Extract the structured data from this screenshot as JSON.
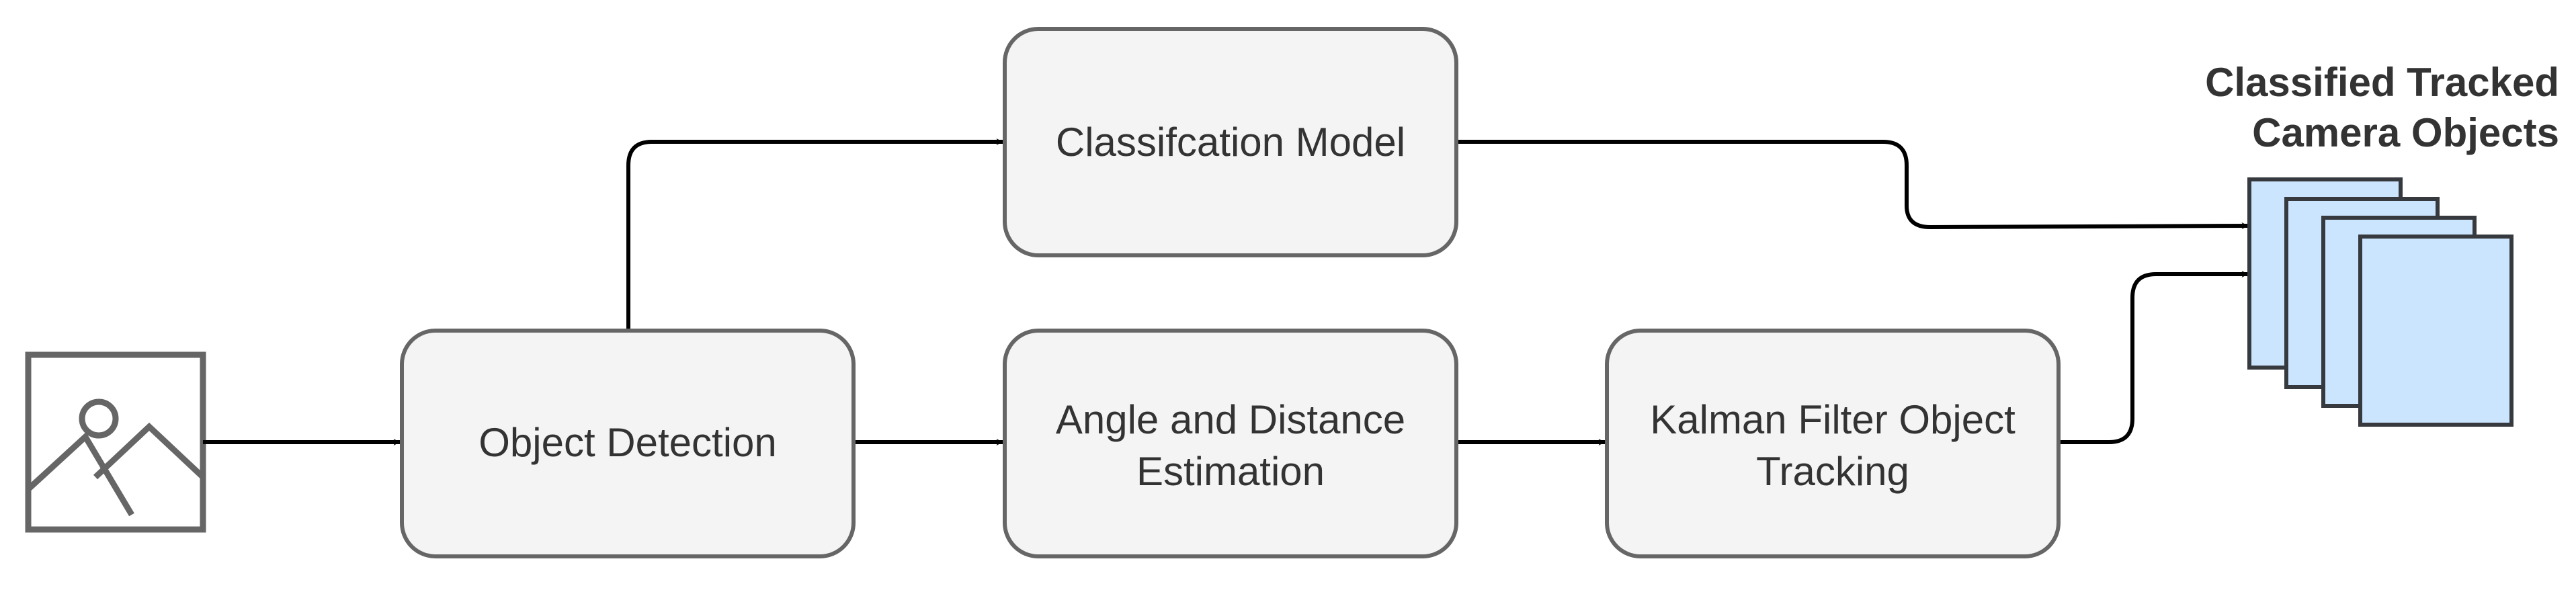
{
  "nodes": {
    "input_image": {
      "icon": "image-icon"
    },
    "object_detection": {
      "label": "Object Detection"
    },
    "classification_model": {
      "label": "Classifcation Model"
    },
    "angle_distance": {
      "line1": "Angle and Distance",
      "line2": "Estimation"
    },
    "kalman_tracking": {
      "line1": "Kalman Filter Object",
      "line2": "Tracking"
    },
    "output": {
      "title_line1": "Classified Tracked",
      "title_line2": "Camera Objects",
      "icon": "document-stack-icon"
    }
  },
  "edges": [
    {
      "from": "input_image",
      "to": "object_detection"
    },
    {
      "from": "object_detection",
      "to": "classification_model"
    },
    {
      "from": "object_detection",
      "to": "angle_distance"
    },
    {
      "from": "angle_distance",
      "to": "kalman_tracking"
    },
    {
      "from": "classification_model",
      "to": "output"
    },
    {
      "from": "kalman_tracking",
      "to": "output"
    }
  ],
  "colors": {
    "box_fill": "#f4f4f4",
    "box_stroke": "#666666",
    "text": "#333333",
    "edge": "#000000",
    "document_fill": "#cce5ff",
    "document_stroke": "#36393d",
    "icon_stroke": "#666666"
  }
}
